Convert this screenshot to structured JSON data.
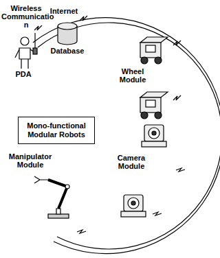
{
  "diagram": {
    "nodes": [
      {
        "text": [
          "Mono-functional Modular Robots"
        ]
      }
    ],
    "labels": [
      "Wireless Communicatio n",
      "Internet",
      "Database",
      "PDA",
      "Wheel Module",
      "Camera Module",
      "Manipulator Module"
    ]
  }
}
